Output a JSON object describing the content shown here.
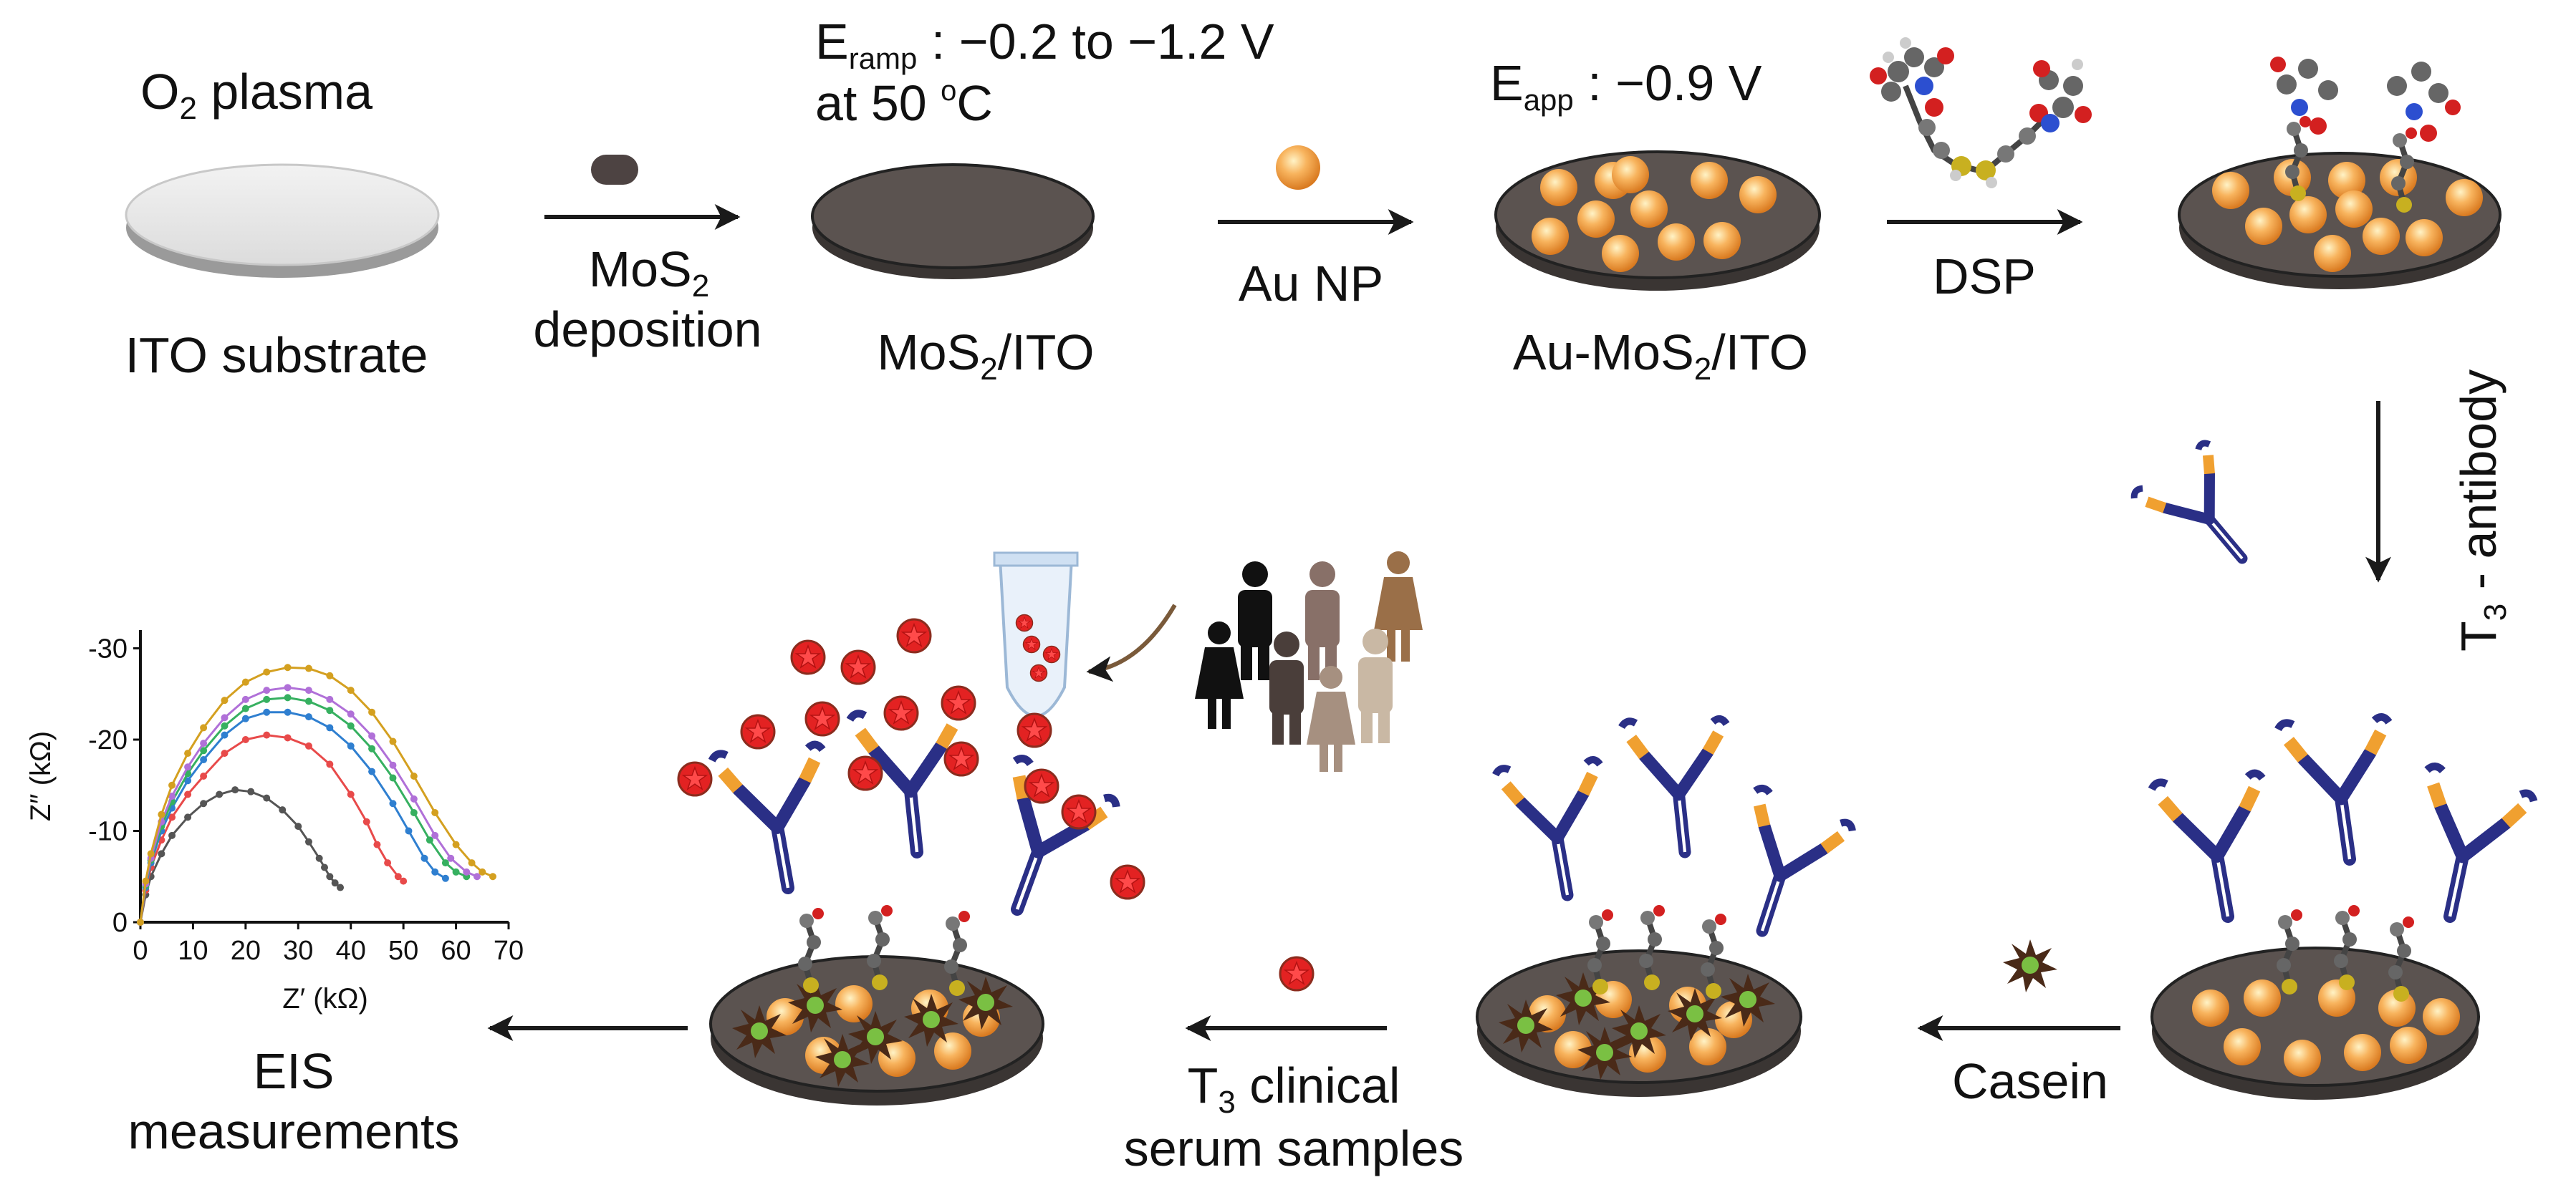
{
  "labels": {
    "plasma_pre": "O",
    "plasma_sub": "2",
    "plasma_post": " plasma",
    "ito_substrate": "ITO substrate",
    "mos2_dep_pre": "MoS",
    "mos2_dep_sub": "2",
    "mos2_dep_line2": "deposition",
    "eramp_E": "E",
    "eramp_sub": "ramp",
    "eramp_rest": " : −0.2  to −1.2 V",
    "eramp_line2_pre": "at 50 ",
    "eramp_line2_sup": "o",
    "eramp_line2_post": "C",
    "mos2ito_pre": "MoS",
    "mos2ito_sub": "2",
    "mos2ito_post": "/ITO",
    "au_np": "Au NP",
    "eapp_E": "E",
    "eapp_sub": "app",
    "eapp_rest": " : −0.9 V",
    "aumos2_pre": "Au-MoS",
    "aumos2_sub": "2",
    "aumos2_post": "/ITO",
    "dsp": "DSP",
    "antibody_pre": "T",
    "antibody_sub": "3",
    "antibody_post": " - antibody",
    "casein": "Casein",
    "clinical_pre": "T",
    "clinical_sub": "3",
    "clinical_post": " clinical",
    "clinical_line2": "serum samples",
    "eis_line1": "EIS",
    "eis_line2": "measurements"
  },
  "colors": {
    "gold": "#f4a04a",
    "disk_dark": "#5b5350",
    "antibody_blue": "#2a2f86",
    "antibody_orange": "#f0a030",
    "antigen_red": "#e32222",
    "casein_green": "#7ac043",
    "casein_dark": "#4a2a18"
  },
  "icons": [
    "mos2-flake-icon",
    "gold-nanoparticle-icon",
    "dsp-molecule-icon",
    "antibody-icon",
    "casein-icon",
    "antigen-icon",
    "sample-tube-icon",
    "people-icon"
  ],
  "chart_data": {
    "type": "scatter",
    "title": "",
    "xlabel": "Z′ (kΩ)",
    "ylabel": "Z″ (kΩ)",
    "xlim": [
      0,
      70
    ],
    "ylim": [
      0,
      -32
    ],
    "xticks": [
      "0",
      "10",
      "20",
      "30",
      "40",
      "50",
      "60",
      "70"
    ],
    "yticks": [
      "0",
      "-10",
      "-20",
      "-30"
    ],
    "grid": false,
    "series": [
      {
        "color": "#555555",
        "rmax": 38,
        "peak": -14.5,
        "x": [
          0,
          1,
          2,
          4,
          6,
          9,
          12,
          15,
          18,
          21,
          24,
          27,
          30,
          32,
          34,
          35,
          36,
          37,
          38
        ],
        "y": [
          0,
          -3,
          -5,
          -7.5,
          -9.5,
          -11.5,
          -13,
          -14,
          -14.5,
          -14.3,
          -13.6,
          -12.3,
          -10.5,
          -8.8,
          -7,
          -6,
          -5,
          -4.3,
          -3.8
        ]
      },
      {
        "color": "#e84a4a",
        "rmax": 50,
        "peak": -20.5,
        "x": [
          0,
          1,
          2,
          4,
          6,
          9,
          12,
          16,
          20,
          24,
          28,
          32,
          36,
          40,
          43,
          45,
          47,
          49,
          50
        ],
        "y": [
          0,
          -3.5,
          -6,
          -9,
          -11.5,
          -14,
          -16,
          -18.5,
          -20,
          -20.5,
          -20.2,
          -19.3,
          -17.3,
          -14,
          -11,
          -8.5,
          -6.5,
          -5,
          -4.5
        ]
      },
      {
        "color": "#2f7fd0",
        "rmax": 58,
        "peak": -23,
        "x": [
          0,
          1,
          2,
          4,
          6,
          9,
          12,
          16,
          20,
          24,
          28,
          32,
          36,
          40,
          44,
          48,
          51,
          54,
          56,
          58
        ],
        "y": [
          0,
          -3.8,
          -6.5,
          -10,
          -12.5,
          -15.5,
          -17.8,
          -20.5,
          -22.3,
          -23,
          -23,
          -22.5,
          -21.3,
          -19.3,
          -16.5,
          -13,
          -10,
          -7,
          -5.5,
          -4.8
        ]
      },
      {
        "color": "#36b060",
        "rmax": 62,
        "peak": -24.5,
        "x": [
          0,
          1,
          2,
          4,
          6,
          9,
          12,
          16,
          20,
          24,
          28,
          32,
          36,
          40,
          44,
          48,
          52,
          55,
          58,
          60,
          62
        ],
        "y": [
          0,
          -4,
          -6.8,
          -10.5,
          -13.2,
          -16.3,
          -18.8,
          -21.5,
          -23.4,
          -24.4,
          -24.6,
          -24.2,
          -23.2,
          -21.5,
          -19,
          -15.8,
          -12,
          -9,
          -6.5,
          -5.5,
          -5
        ]
      },
      {
        "color": "#b070d8",
        "rmax": 64,
        "peak": -25.6,
        "x": [
          0,
          1,
          2,
          4,
          6,
          9,
          12,
          16,
          20,
          24,
          28,
          32,
          36,
          40,
          44,
          48,
          52,
          56,
          59,
          62,
          64
        ],
        "y": [
          0,
          -4.2,
          -7,
          -11,
          -13.8,
          -17,
          -19.6,
          -22.4,
          -24.4,
          -25.4,
          -25.7,
          -25.4,
          -24.4,
          -22.8,
          -20.4,
          -17.2,
          -13.5,
          -9.5,
          -7,
          -5.5,
          -5
        ]
      },
      {
        "color": "#d4a020",
        "rmax": 67,
        "peak": -28,
        "x": [
          0,
          1,
          2,
          4,
          6,
          9,
          12,
          16,
          20,
          24,
          28,
          32,
          36,
          40,
          44,
          48,
          52,
          56,
          60,
          63,
          65,
          67
        ],
        "y": [
          0,
          -4.5,
          -7.5,
          -11.8,
          -15,
          -18.5,
          -21.3,
          -24.3,
          -26.3,
          -27.4,
          -27.9,
          -27.8,
          -27,
          -25.4,
          -23,
          -19.8,
          -16,
          -12,
          -8.5,
          -6.5,
          -5.5,
          -5
        ]
      }
    ]
  }
}
